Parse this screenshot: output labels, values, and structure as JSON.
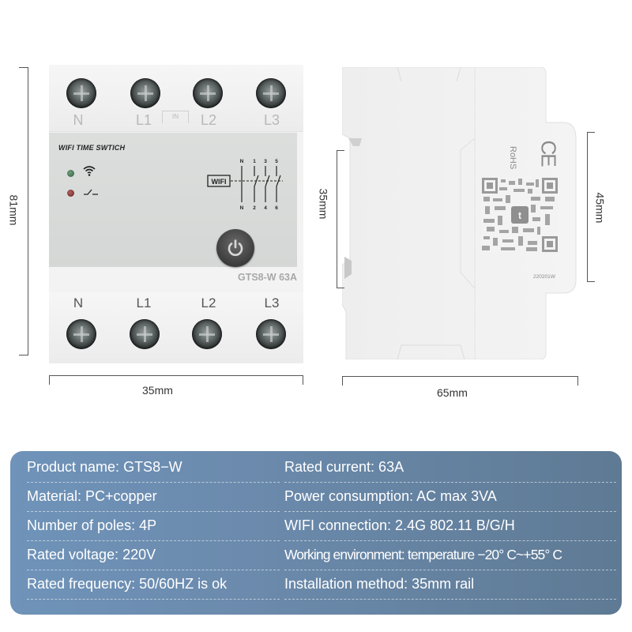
{
  "front_view": {
    "top_terminals": [
      "N",
      "L1",
      "L2",
      "L3"
    ],
    "in_marker": "IN",
    "face_title": "WIFI TIME SWTICH",
    "indicators": [
      {
        "name": "wifi",
        "led_color": "#3f6b4a",
        "icon": "wifi-icon"
      },
      {
        "name": "switch",
        "led_color": "#8a2e2e",
        "icon": "switch-contact-icon"
      }
    ],
    "wiring_diagram": {
      "box_label": "WIFI",
      "top_labels": [
        "N",
        "1",
        "3",
        "5"
      ],
      "bottom_labels": [
        "N",
        "2",
        "4",
        "6"
      ]
    },
    "power_button_icon": "power-icon",
    "model_label": "GTS8-W 63A",
    "bottom_terminals": [
      "N",
      "L1",
      "L2",
      "L3"
    ]
  },
  "side_view": {
    "rohs": "RoHS",
    "ce": "CE",
    "qr_icon": "qr-code-icon",
    "serial": "220201W"
  },
  "dimensions": {
    "height_front": "81mm",
    "width_front": "35mm",
    "rail_height": "35mm",
    "side_depth": "65mm",
    "label_height": "45mm"
  },
  "specs": {
    "left": [
      "Product name: GTS8−W",
      "Material: PC+copper",
      "Number of poles: 4P",
      "Rated voltage: 220V",
      "Rated frequency: 50/60HZ is ok"
    ],
    "right": [
      "Rated current: 63A",
      "Power consumption: AC max 3VA",
      "WIFI connection: 2.4G 802.11 B/G/H",
      "Working environment: temperature −20° C~+55° C",
      "Installation method: 35mm rail"
    ]
  },
  "colors": {
    "panel_start": "#6f93b9",
    "panel_end": "#5e7a94",
    "device_body": "#f3f3f3",
    "device_face": "#d9dbda"
  }
}
